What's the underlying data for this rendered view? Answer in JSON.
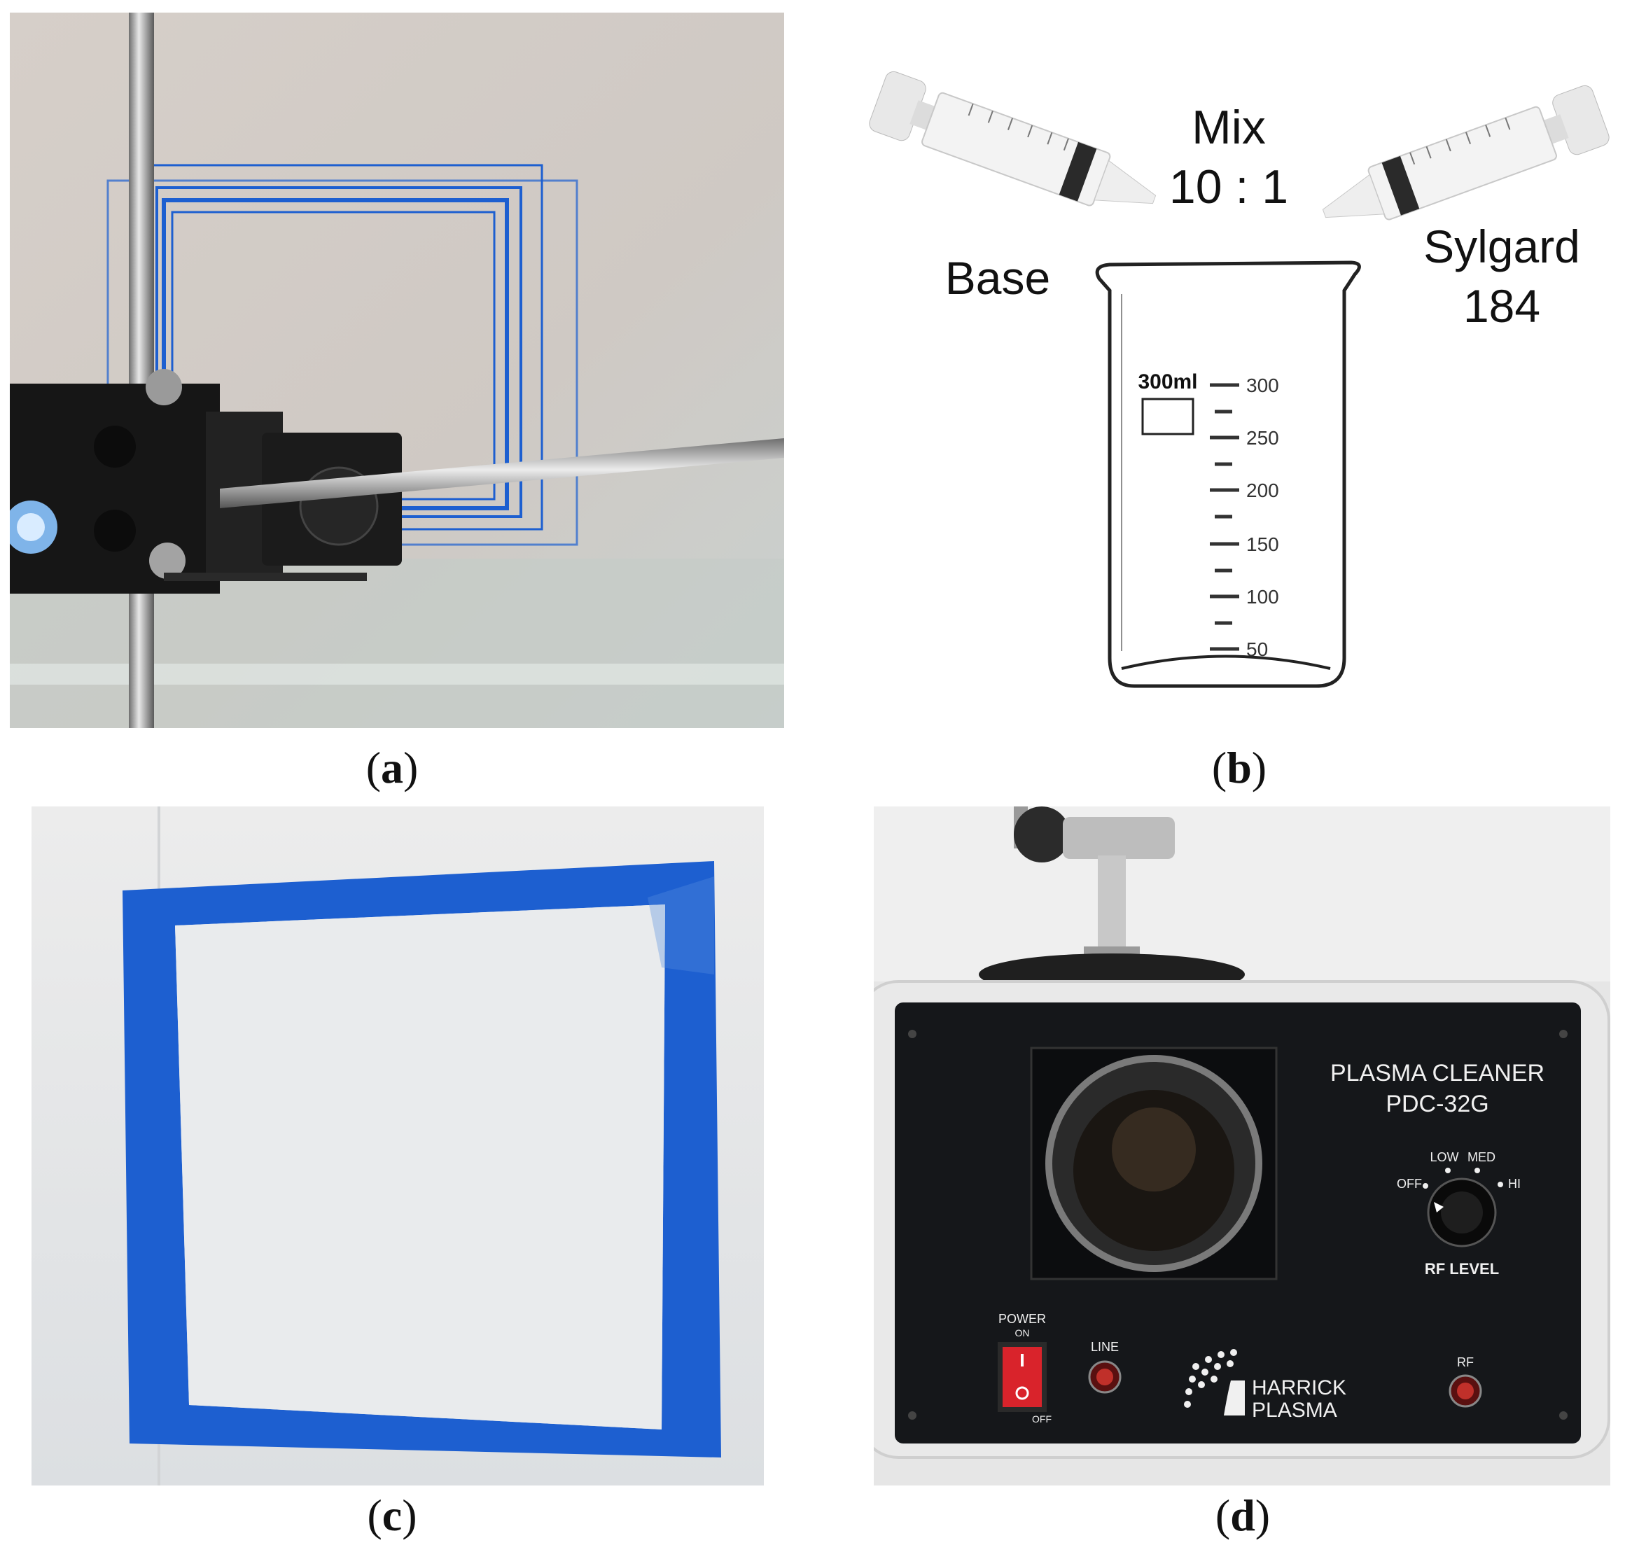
{
  "panels": {
    "a": {
      "caption_letter": "a"
    },
    "b": {
      "caption_letter": "b",
      "mix_label": "Mix",
      "ratio": "10 : 1",
      "left_label": "Base",
      "right_label_line1": "Sylgard",
      "right_label_line2": "184",
      "beaker_label": "300ml",
      "scale_ticks": [
        "300",
        "250",
        "200",
        "150",
        "100",
        "50"
      ]
    },
    "c": {
      "caption_letter": "c"
    },
    "d": {
      "caption_letter": "d",
      "device_title_line1": "PLASMA CLEANER",
      "device_title_line2": "PDC-32G",
      "knob_off": "OFF",
      "knob_low": "LOW",
      "knob_med": "MED",
      "knob_hi": "HI",
      "rf_level": "RF LEVEL",
      "power_label": "POWER",
      "power_on": "ON",
      "power_off": "OFF",
      "line_label": "LINE",
      "rf_label": "RF",
      "brand_line1": "HARRICK",
      "brand_line2": "PLASMA"
    }
  },
  "colors": {
    "filament_blue": "#1d5fd0",
    "device_black": "#15171a",
    "indicator_red": "#c0302a",
    "switch_red": "#d9232b"
  }
}
